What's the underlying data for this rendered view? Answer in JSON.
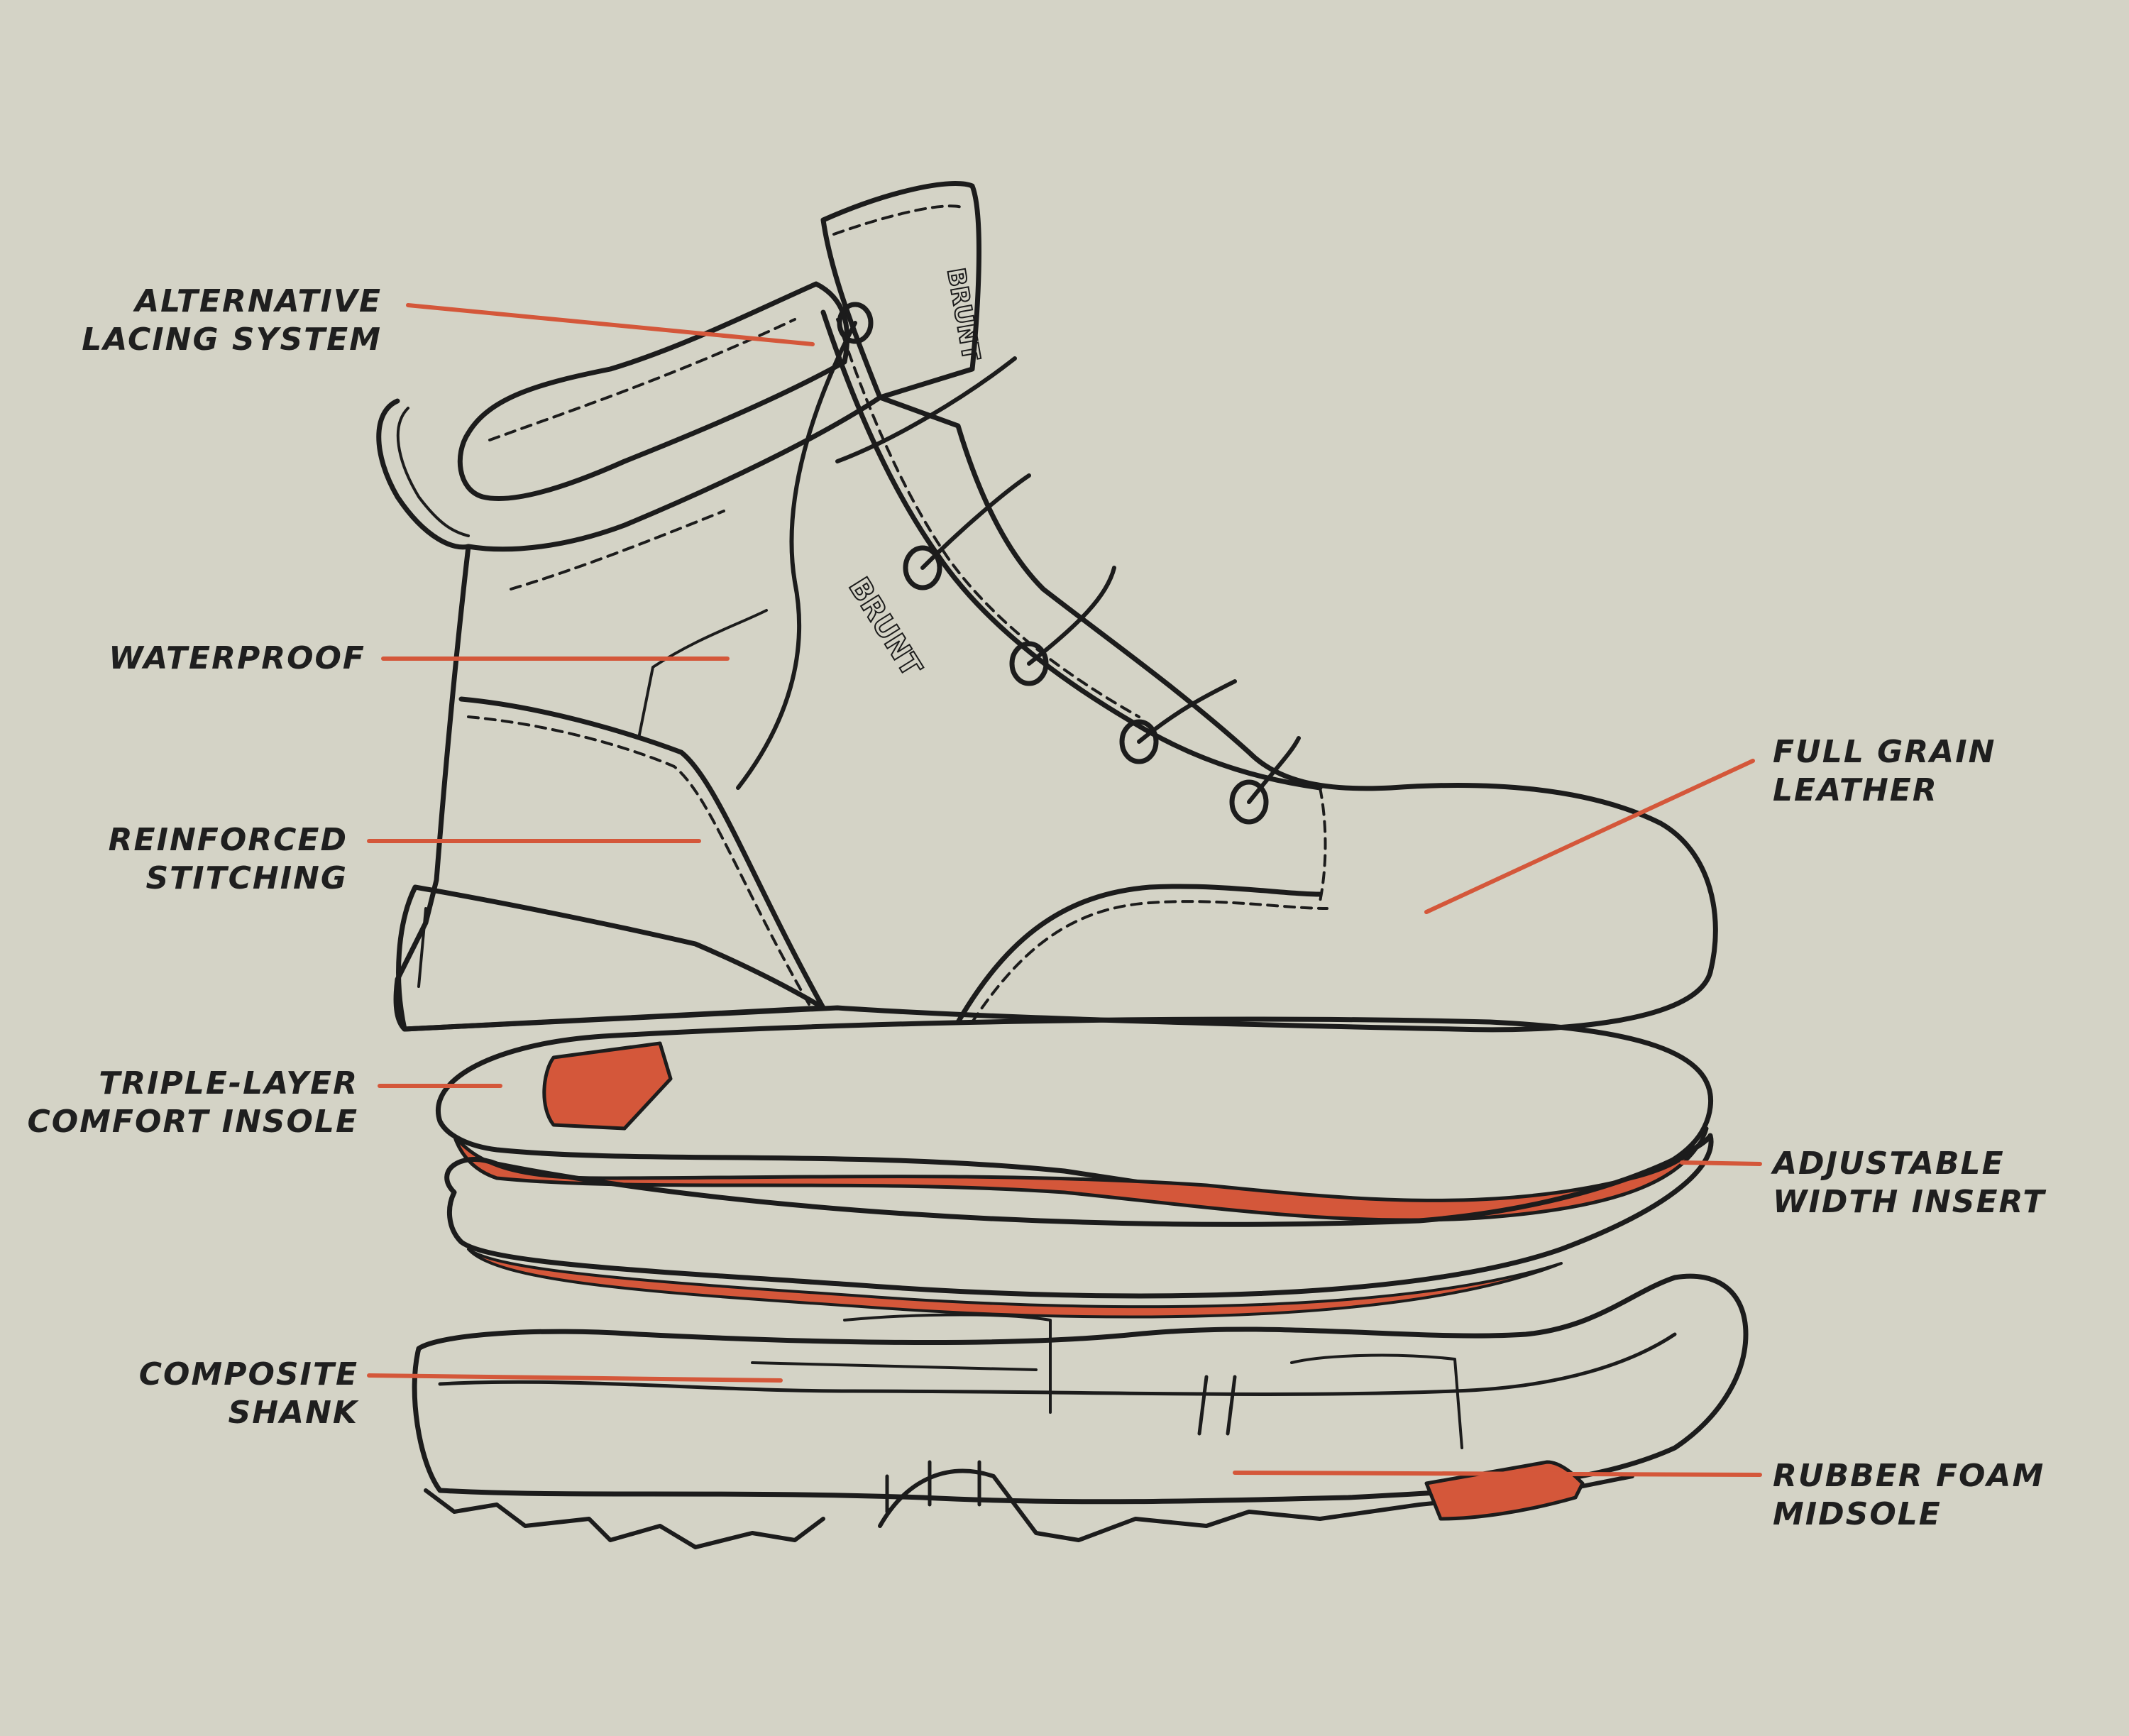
{
  "labels": {
    "lacing": [
      "ALTERNATIVE",
      "LACING SYSTEM"
    ],
    "waterproof": [
      "WATERPROOF"
    ],
    "stitching": [
      "REINFORCED",
      "STITCHING"
    ],
    "insole": [
      "TRIPLE-LAYER",
      "COMFORT INSOLE"
    ],
    "shank": [
      "COMPOSITE",
      "SHANK"
    ],
    "leather": [
      "FULL GRAIN",
      "LEATHER"
    ],
    "width": [
      "ADJUSTABLE",
      "WIDTH INSERT"
    ],
    "midsole": [
      "RUBBER FOAM",
      "MIDSOLE"
    ]
  },
  "brand_marks": {
    "collar": "BRUNT",
    "side": "BRUNT"
  },
  "colors": {
    "background": "#d4d3c6",
    "outline": "#1c1c1c",
    "accent": "#d4573a"
  }
}
